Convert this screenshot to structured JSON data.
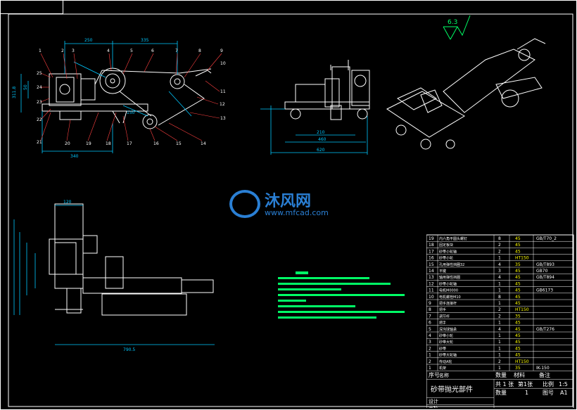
{
  "drawing": {
    "title": "砂带抛光部件",
    "roughness": "6.3",
    "watermark": {
      "main": "沐风网",
      "url": "www.mfcad.com"
    }
  },
  "front_view": {
    "dims": [
      "250",
      "335",
      "311.8",
      "50",
      "340",
      "150"
    ],
    "part_numbers": [
      "1",
      "2",
      "3",
      "4",
      "5",
      "6",
      "7",
      "8",
      "9",
      "10",
      "11",
      "12",
      "13",
      "14",
      "15",
      "16",
      "17",
      "18",
      "19",
      "20",
      "21",
      "22",
      "23",
      "24",
      "25"
    ]
  },
  "side_view": {
    "dims": [
      "210",
      "460",
      "620"
    ]
  },
  "top_view": {
    "dims": [
      "120",
      "790.5"
    ]
  },
  "bom": {
    "rows": [
      {
        "no": "19",
        "name": "内六角平圆头螺钉",
        "qty": "8",
        "mat": "45",
        "std": "GB/T70_2"
      },
      {
        "no": "18",
        "name": "固定板块",
        "qty": "2",
        "mat": "45",
        "std": ""
      },
      {
        "no": "17",
        "name": "砂带小轮轴",
        "qty": "2",
        "mat": "45",
        "std": ""
      },
      {
        "no": "16",
        "name": "砂带小轮",
        "qty": "1",
        "mat": "HT150",
        "std": ""
      },
      {
        "no": "15",
        "name": "孔用弹性挡圈32",
        "qty": "4",
        "mat": "35",
        "std": "GB/T893"
      },
      {
        "no": "14",
        "name": "平键",
        "qty": "3",
        "mat": "45",
        "std": "GB70"
      },
      {
        "no": "13",
        "name": "轴用弹性挡圈",
        "qty": "4",
        "mat": "45",
        "std": "GB/T894"
      },
      {
        "no": "12",
        "name": "砂带小轮轴",
        "qty": "1",
        "mat": "45",
        "std": ""
      },
      {
        "no": "11",
        "name": "电机M0000",
        "qty": "1",
        "mat": "45",
        "std": "GB6173"
      },
      {
        "no": "10",
        "name": "电机螺栓M10",
        "qty": "8",
        "mat": "45",
        "std": ""
      },
      {
        "no": "9",
        "name": "把手连接杆",
        "qty": "1",
        "mat": "45",
        "std": ""
      },
      {
        "no": "8",
        "name": "把手",
        "qty": "2",
        "mat": "HT150",
        "std": ""
      },
      {
        "no": "7",
        "name": "调节杆",
        "qty": "2",
        "mat": "35",
        "std": ""
      },
      {
        "no": "6",
        "name": "把手",
        "qty": "1",
        "mat": "45",
        "std": ""
      },
      {
        "no": "5",
        "name": "深沟球轴承",
        "qty": "4",
        "mat": "45",
        "std": "GB/T276"
      },
      {
        "no": "4",
        "name": "砂带小轮",
        "qty": "1",
        "mat": "45",
        "std": ""
      },
      {
        "no": "3",
        "name": "砂带大轮",
        "qty": "1",
        "mat": "45",
        "std": ""
      },
      {
        "no": "2",
        "name": "砂带",
        "qty": "1",
        "mat": "45",
        "std": ""
      },
      {
        "no": "1",
        "name": "砂带大轮轴",
        "qty": "1",
        "mat": "45",
        "std": ""
      },
      {
        "no": "2",
        "name": "传动A轮",
        "qty": "2",
        "mat": "HT150",
        "std": ""
      },
      {
        "no": "1",
        "name": "机架",
        "qty": "1",
        "mat": "35",
        "std": "IK-150"
      }
    ],
    "header": {
      "no": "序号",
      "name": "名称",
      "qty": "数量",
      "mat": "材料",
      "remark": "备注"
    },
    "title_block": {
      "sheets": "共 1 张",
      "sheet_no": "第1张",
      "scale_label": "比例",
      "scale": "1:5",
      "qty_label": "数量",
      "qty": "1",
      "drawing_no_label": "图号",
      "drawing_no": "A1",
      "design": "设计",
      "check": "审核"
    }
  },
  "colors": {
    "line": "#ffffff",
    "dim": "#00c8ff",
    "leader": "#ff4040",
    "note": "#00ff66",
    "yellow": "#ffff00",
    "watermark": "#2a7fd4"
  }
}
